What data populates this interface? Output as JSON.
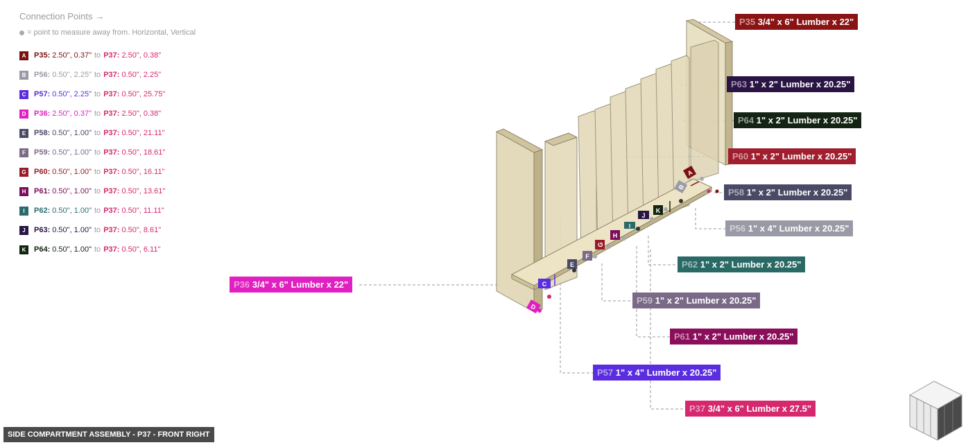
{
  "legend": {
    "title": "Connection Points",
    "note": "= point to measure away from. Horizontal, Vertical",
    "connections": [
      {
        "key": "A",
        "color": "#7a1010",
        "from": "P35:",
        "from_pos": "2.50\", 0.37\"",
        "to": "to",
        "to_part": "P37:",
        "to_pos": "2.50\", 0.38\""
      },
      {
        "key": "B",
        "color": "#9a9aa6",
        "from": "P56:",
        "from_pos": "0.50\", 2.25\"",
        "to": "to",
        "to_part": "P37:",
        "to_pos": "0.50\", 2.25\""
      },
      {
        "key": "C",
        "color": "#5a2ee0",
        "from": "P57:",
        "from_pos": "0.50\", 2.25\"",
        "to": "to",
        "to_part": "P37:",
        "to_pos": "0.50\", 25.75\""
      },
      {
        "key": "D",
        "color": "#e020c0",
        "from": "P36:",
        "from_pos": "2.50\", 0.37\"",
        "to": "to",
        "to_part": "P37:",
        "to_pos": "2.50\", 0.38\""
      },
      {
        "key": "E",
        "color": "#4a4a66",
        "from": "P58:",
        "from_pos": "0.50\", 1.00\"",
        "to": "to",
        "to_part": "P37:",
        "to_pos": "0.50\", 21.11\""
      },
      {
        "key": "F",
        "color": "#7a6a88",
        "from": "P59:",
        "from_pos": "0.50\", 1.00\"",
        "to": "to",
        "to_part": "P37:",
        "to_pos": "0.50\", 18.61\""
      },
      {
        "key": "G",
        "color": "#9a1a2a",
        "from": "P60:",
        "from_pos": "0.50\", 1.00\"",
        "to": "to",
        "to_part": "P37:",
        "to_pos": "0.50\", 16.11\""
      },
      {
        "key": "H",
        "color": "#7a0e5a",
        "from": "P61:",
        "from_pos": "0.50\", 1.00\"",
        "to": "to",
        "to_part": "P37:",
        "to_pos": "0.50\", 13.61\""
      },
      {
        "key": "I",
        "color": "#2a6a6a",
        "from": "P62:",
        "from_pos": "0.50\", 1.00\"",
        "to": "to",
        "to_part": "P37:",
        "to_pos": "0.50\", 11.11\""
      },
      {
        "key": "J",
        "color": "#2a1444",
        "from": "P63:",
        "from_pos": "0.50\", 1.00\"",
        "to": "to",
        "to_part": "P37:",
        "to_pos": "0.50\", 8.61\""
      },
      {
        "key": "K",
        "color": "#102410",
        "from": "P64:",
        "from_pos": "0.50\", 1.00\"",
        "to": "to",
        "to_part": "P37:",
        "to_pos": "0.50\", 6.11\""
      }
    ]
  },
  "parts": [
    {
      "id": "P35",
      "desc": "3/4\" x 6\" Lumber x 22\"",
      "color": "#8a1414"
    },
    {
      "id": "P63",
      "desc": "1\" x 2\" Lumber x 20.25\"",
      "color": "#2a1444"
    },
    {
      "id": "P64",
      "desc": "1\" x 2\" Lumber x 20.25\"",
      "color": "#142414"
    },
    {
      "id": "P60",
      "desc": "1\" x 2\" Lumber x 20.25\"",
      "color": "#a01e2e"
    },
    {
      "id": "P58",
      "desc": "1\" x 2\" Lumber x 20.25\"",
      "color": "#4a4a66"
    },
    {
      "id": "P56",
      "desc": "1\" x 4\" Lumber  x 20.25\"",
      "color": "#9a9aa6"
    },
    {
      "id": "P62",
      "desc": "1\" x 2\" Lumber x 20.25\"",
      "color": "#2a6a66"
    },
    {
      "id": "P36",
      "desc": "3/4\" x 6\" Lumber x 22\"",
      "color": "#e020c0"
    },
    {
      "id": "P59",
      "desc": "1\" x 2\" Lumber x 20.25\"",
      "color": "#7a6a88"
    },
    {
      "id": "P61",
      "desc": "1\" x 2\" Lumber x 20.25\"",
      "color": "#8a0e5a"
    },
    {
      "id": "P57",
      "desc": "1\" x 4\" Lumber  x 20.25\"",
      "color": "#5a2ee0"
    },
    {
      "id": "P37",
      "desc": "3/4\" x 6\" Lumber x 27.5\"",
      "color": "#d6286e"
    }
  ],
  "footer": "SIDE COMPARTMENT ASSEMBLY - P37 - FRONT RIGHT",
  "icons": {
    "arrow": "arrow-right-icon",
    "dot": "measure-point-icon",
    "thumbnail": "assembly-thumbnail-icon"
  }
}
